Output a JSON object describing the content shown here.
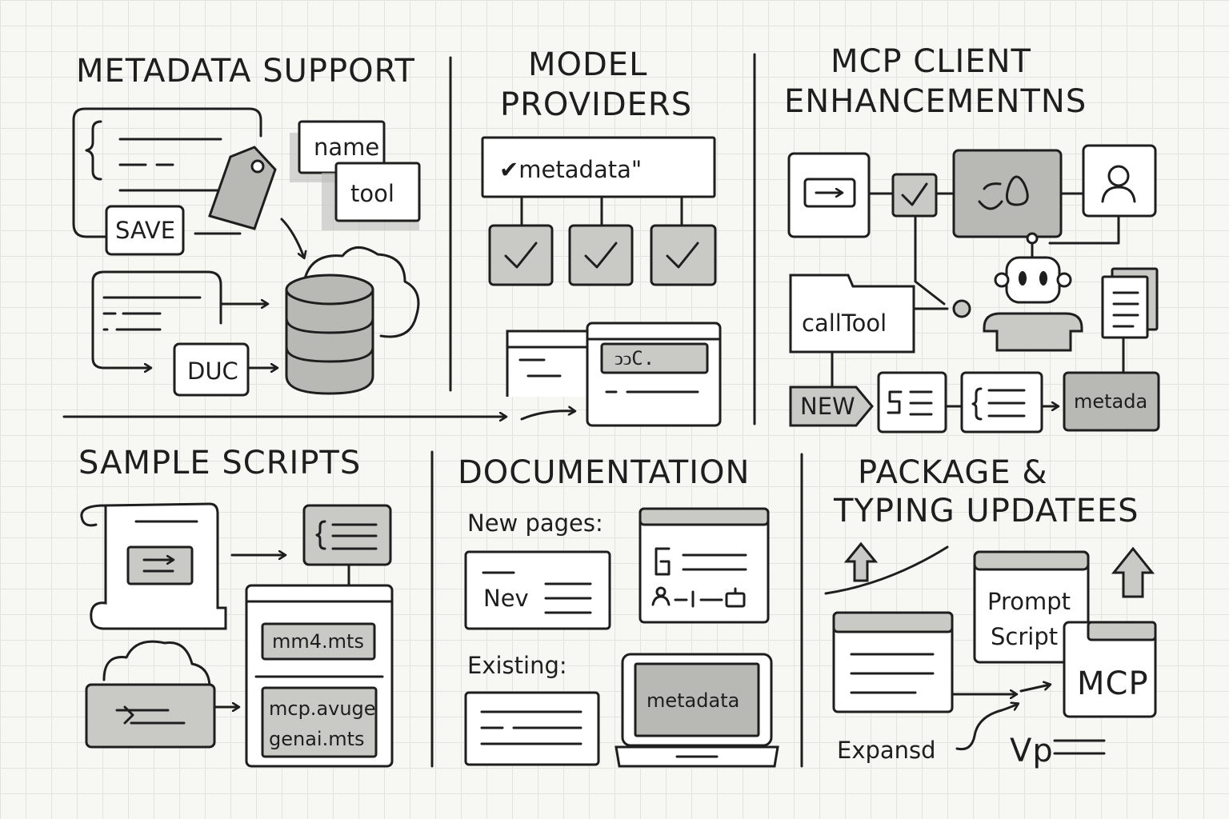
{
  "sections": {
    "metadata_support": {
      "title": "METADATA SUPPORT",
      "tag_name": "name",
      "tag_tool": "tool",
      "save_label": "SAVE",
      "doc_label": "DUC"
    },
    "model_providers": {
      "title_line1": "MODEL",
      "title_line2": "PROVIDERS",
      "metadata_label": "✔metadata\"",
      "window_code": "ↄↄC."
    },
    "mcp_client": {
      "title_line1": "MCP CLIENT",
      "title_line2": "ENHANCEMENTNS",
      "calltool_label": "callTool",
      "new_label": "NEW",
      "metada_label": "metada"
    },
    "sample_scripts": {
      "title": "SAMPLE SCRIPTS",
      "file1": "mm4.mts",
      "file2_line1": "mcp.avuge",
      "file2_line2": "genai.mts"
    },
    "documentation": {
      "title": "DOCUMENTATION",
      "new_pages_label": "New pages:",
      "nev_label": "Nev",
      "existing_label": "Existing:",
      "laptop_label": "metadata"
    },
    "package_typing": {
      "title_line1": "PACKAGE &",
      "title_line2": "TYPING UPDATEES",
      "prompt_line1": "Prompt",
      "prompt_line2": "Script",
      "mcp_label": "MCP",
      "expansd_label": "Expansd",
      "vp_label": "ᐯp"
    }
  },
  "icons": [
    "tag-icon",
    "cloud-icon",
    "database-icon",
    "checkbox-icon",
    "robot-icon",
    "user-icon",
    "scroll-icon",
    "laptop-icon",
    "up-arrow-icon",
    "document-stack-icon",
    "folder-icon"
  ],
  "colors": {
    "ink": "#1e1e1e",
    "paper": "#f7f7f4",
    "grid": "#e3e3df",
    "fill_gray": "#c9c9c6"
  }
}
